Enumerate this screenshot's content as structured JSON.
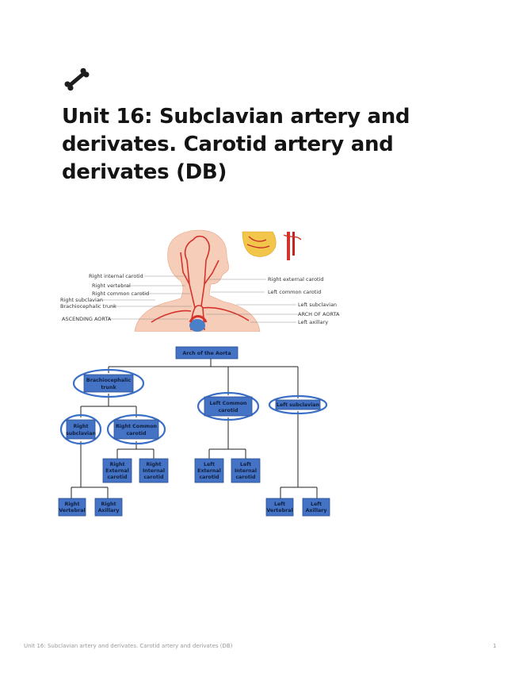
{
  "page": {
    "title": "Unit 16: Subclavian artery and derivates. Carotid artery and derivates (DB)",
    "icon": "bone-icon"
  },
  "figure": {
    "labels": [
      "Right internal carotid",
      "Right vertebral",
      "Right common carotid",
      "Right subclavian",
      "Brachiocephalic trunk",
      "ASCENDING AORTA",
      "Right external carotid",
      "Left common carotid",
      "Left subclavian",
      "ARCH OF AORTA",
      "Left axillary"
    ]
  },
  "diagram": {
    "root": "Arch of the Aorta",
    "brachiocephalic": [
      "Brachiocephalic",
      "trunk"
    ],
    "right_subclavian": [
      "Right",
      "subclavian"
    ],
    "right_common": [
      "Right Common",
      "carotid"
    ],
    "right_external": [
      "Right",
      "External",
      "carotid"
    ],
    "right_internal": [
      "Right",
      "Internal",
      "carotid"
    ],
    "right_vertebral": [
      "Right",
      "Vertebral"
    ],
    "right_axillary": [
      "Right",
      "Axillary"
    ],
    "left_common": [
      "Left Common",
      "carotid"
    ],
    "left_external": [
      "Left",
      "External",
      "carotid"
    ],
    "left_internal": [
      "Left",
      "Internal",
      "carotid"
    ],
    "left_subclavian": "Left subclavian",
    "left_vertebral": [
      "Left",
      "Vertebral"
    ],
    "left_axillary": [
      "Left",
      "Axillary"
    ]
  },
  "footer": {
    "text": "Unit 16: Subclavian artery and derivates. Carotid artery and derivates (DB)",
    "page_number": "1"
  }
}
